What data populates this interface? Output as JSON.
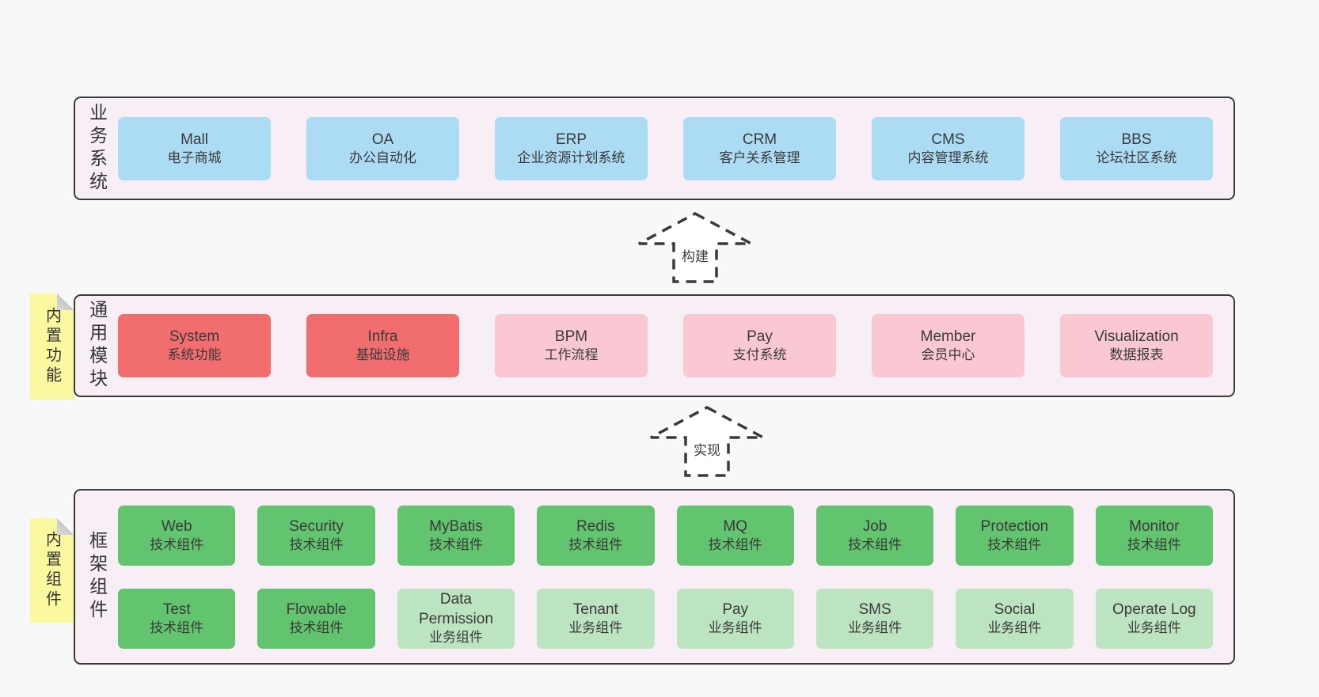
{
  "colors": {
    "page_bg": "#f8f8f8",
    "band_bg": "#f8eef6",
    "band_border": "#3a3a3a",
    "blue": "#abdcf4",
    "red": "#f26d6e",
    "pink": "#fac8d2",
    "green": "#62c46e",
    "green_light": "#bce4c0",
    "sticky_yellow": "#fbf99f",
    "text": "#333333"
  },
  "bands": {
    "business": {
      "label": "业务系统",
      "items": [
        {
          "name": "Mall",
          "desc": "电子商城"
        },
        {
          "name": "OA",
          "desc": "办公自动化"
        },
        {
          "name": "ERP",
          "desc": "企业资源计划系统"
        },
        {
          "name": "CRM",
          "desc": "客户关系管理"
        },
        {
          "name": "CMS",
          "desc": "内容管理系统"
        },
        {
          "name": "BBS",
          "desc": "论坛社区系统"
        }
      ]
    },
    "modules": {
      "label": "通用模块",
      "sticky": "内置功能",
      "items": [
        {
          "name": "System",
          "desc": "系统功能"
        },
        {
          "name": "Infra",
          "desc": "基础设施"
        },
        {
          "name": "BPM",
          "desc": "工作流程"
        },
        {
          "name": "Pay",
          "desc": "支付系统"
        },
        {
          "name": "Member",
          "desc": "会员中心"
        },
        {
          "name": "Visualization",
          "desc": "数据报表"
        }
      ]
    },
    "components": {
      "label": "框架组件",
      "sticky": "内置组件",
      "rows": [
        [
          {
            "name": "Web",
            "desc": "技术组件"
          },
          {
            "name": "Security",
            "desc": "技术组件"
          },
          {
            "name": "MyBatis",
            "desc": "技术组件"
          },
          {
            "name": "Redis",
            "desc": "技术组件"
          },
          {
            "name": "MQ",
            "desc": "技术组件"
          },
          {
            "name": "Job",
            "desc": "技术组件"
          },
          {
            "name": "Protection",
            "desc": "技术组件"
          },
          {
            "name": "Monitor",
            "desc": "技术组件"
          }
        ],
        [
          {
            "name": "Test",
            "desc": "技术组件"
          },
          {
            "name": "Flowable",
            "desc": "技术组件"
          },
          {
            "name": "Data Permission",
            "desc": "业务组件"
          },
          {
            "name": "Tenant",
            "desc": "业务组件"
          },
          {
            "name": "Pay",
            "desc": "业务组件"
          },
          {
            "name": "SMS",
            "desc": "业务组件"
          },
          {
            "name": "Social",
            "desc": "业务组件"
          },
          {
            "name": "Operate Log",
            "desc": "业务组件"
          }
        ]
      ]
    }
  },
  "arrows": [
    {
      "label": "构建"
    },
    {
      "label": "实现"
    }
  ]
}
